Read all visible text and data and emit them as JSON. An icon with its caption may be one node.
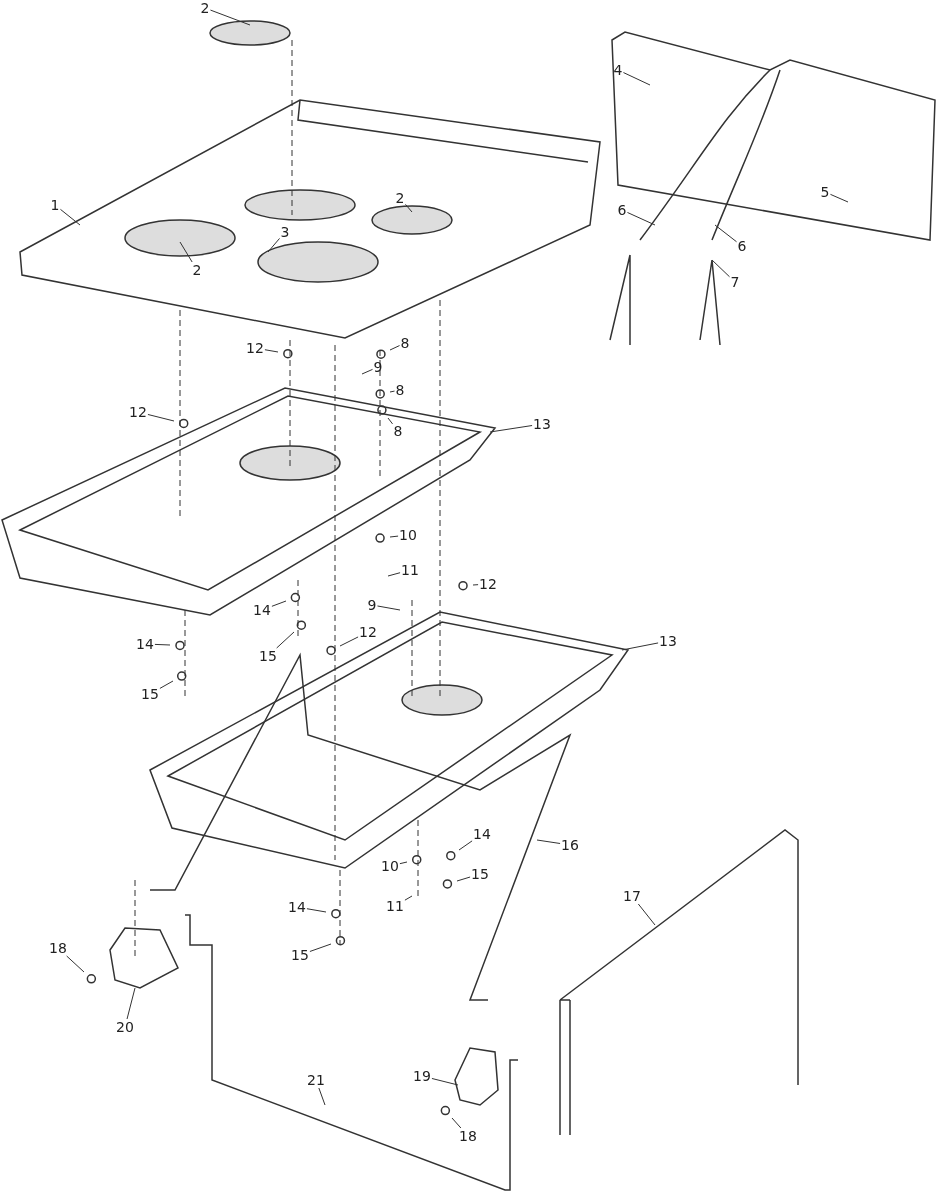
{
  "diagram": {
    "nodes": [
      {
        "text": [
          "2"
        ]
      },
      {
        "text": [
          "4"
        ]
      },
      {
        "text": [
          "1"
        ]
      },
      {
        "text": [
          "5"
        ]
      },
      {
        "text": [
          "2"
        ]
      },
      {
        "text": [
          "6"
        ]
      },
      {
        "text": [
          "3"
        ]
      },
      {
        "text": [
          "6"
        ]
      },
      {
        "text": [
          "2"
        ]
      },
      {
        "text": [
          "7"
        ]
      },
      {
        "text": [
          "12"
        ]
      },
      {
        "text": [
          "8"
        ]
      },
      {
        "text": [
          "9"
        ]
      },
      {
        "text": [
          "8"
        ]
      },
      {
        "text": [
          "8"
        ]
      },
      {
        "text": [
          "12"
        ]
      },
      {
        "text": [
          "13"
        ]
      },
      {
        "text": [
          "10"
        ]
      },
      {
        "text": [
          "11"
        ]
      },
      {
        "text": [
          "12"
        ]
      },
      {
        "text": [
          "14"
        ]
      },
      {
        "text": [
          "9"
        ]
      },
      {
        "text": [
          "14"
        ]
      },
      {
        "text": [
          "15"
        ]
      },
      {
        "text": [
          "12"
        ]
      },
      {
        "text": [
          "13"
        ]
      },
      {
        "text": [
          "15"
        ]
      },
      {
        "text": [
          "14"
        ]
      },
      {
        "text": [
          "16"
        ]
      },
      {
        "text": [
          "10"
        ]
      },
      {
        "text": [
          "15"
        ]
      },
      {
        "text": [
          "11"
        ]
      },
      {
        "text": [
          "14"
        ]
      },
      {
        "text": [
          "17"
        ]
      },
      {
        "text": [
          "18"
        ]
      },
      {
        "text": [
          "15"
        ]
      },
      {
        "text": [
          "20"
        ]
      },
      {
        "text": [
          "21"
        ]
      },
      {
        "text": [
          "19"
        ]
      },
      {
        "text": [
          "18"
        ]
      }
    ],
    "edges": [
      {
        "from": 0,
        "to": null,
        "arrow": "none"
      },
      {
        "from": 1,
        "to": null,
        "arrow": "none"
      },
      {
        "from": 2,
        "to": null,
        "arrow": "none"
      },
      {
        "from": 3,
        "to": null,
        "arrow": "none"
      },
      {
        "from": 4,
        "to": null,
        "arrow": "none"
      },
      {
        "from": 5,
        "to": null,
        "arrow": "none"
      },
      {
        "from": 6,
        "to": null,
        "arrow": "none"
      },
      {
        "from": 7,
        "to": null,
        "arrow": "none"
      },
      {
        "from": 8,
        "to": null,
        "arrow": "none"
      },
      {
        "from": 9,
        "to": null,
        "arrow": "none"
      },
      {
        "from": 10,
        "to": null,
        "arrow": "none"
      },
      {
        "from": 11,
        "to": null,
        "arrow": "none"
      },
      {
        "from": 12,
        "to": null,
        "arrow": "none"
      },
      {
        "from": 13,
        "to": null,
        "arrow": "none"
      },
      {
        "from": 14,
        "to": null,
        "arrow": "none"
      },
      {
        "from": 15,
        "to": null,
        "arrow": "none"
      },
      {
        "from": 16,
        "to": null,
        "arrow": "none"
      },
      {
        "from": 17,
        "to": null,
        "arrow": "none"
      },
      {
        "from": 18,
        "to": null,
        "arrow": "none"
      },
      {
        "from": 19,
        "to": null,
        "arrow": "none"
      },
      {
        "from": 20,
        "to": null,
        "arrow": "none"
      },
      {
        "from": 21,
        "to": null,
        "arrow": "none"
      },
      {
        "from": 22,
        "to": null,
        "arrow": "none"
      },
      {
        "from": 23,
        "to": null,
        "arrow": "none"
      },
      {
        "from": 24,
        "to": null,
        "arrow": "none"
      },
      {
        "from": 25,
        "to": null,
        "arrow": "none"
      },
      {
        "from": 26,
        "to": null,
        "arrow": "none"
      },
      {
        "from": 27,
        "to": null,
        "arrow": "none"
      },
      {
        "from": 28,
        "to": null,
        "arrow": "none"
      },
      {
        "from": 29,
        "to": null,
        "arrow": "none"
      },
      {
        "from": 30,
        "to": null,
        "arrow": "none"
      },
      {
        "from": 31,
        "to": null,
        "arrow": "none"
      },
      {
        "from": 32,
        "to": null,
        "arrow": "none"
      },
      {
        "from": 33,
        "to": null,
        "arrow": "none"
      },
      {
        "from": 34,
        "to": null,
        "arrow": "none"
      },
      {
        "from": 35,
        "to": null,
        "arrow": "none"
      },
      {
        "from": 36,
        "to": null,
        "arrow": "none"
      },
      {
        "from": 37,
        "to": null,
        "arrow": "none"
      },
      {
        "from": 38,
        "to": null,
        "arrow": "none"
      },
      {
        "from": 39,
        "to": null,
        "arrow": "none"
      }
    ]
  }
}
